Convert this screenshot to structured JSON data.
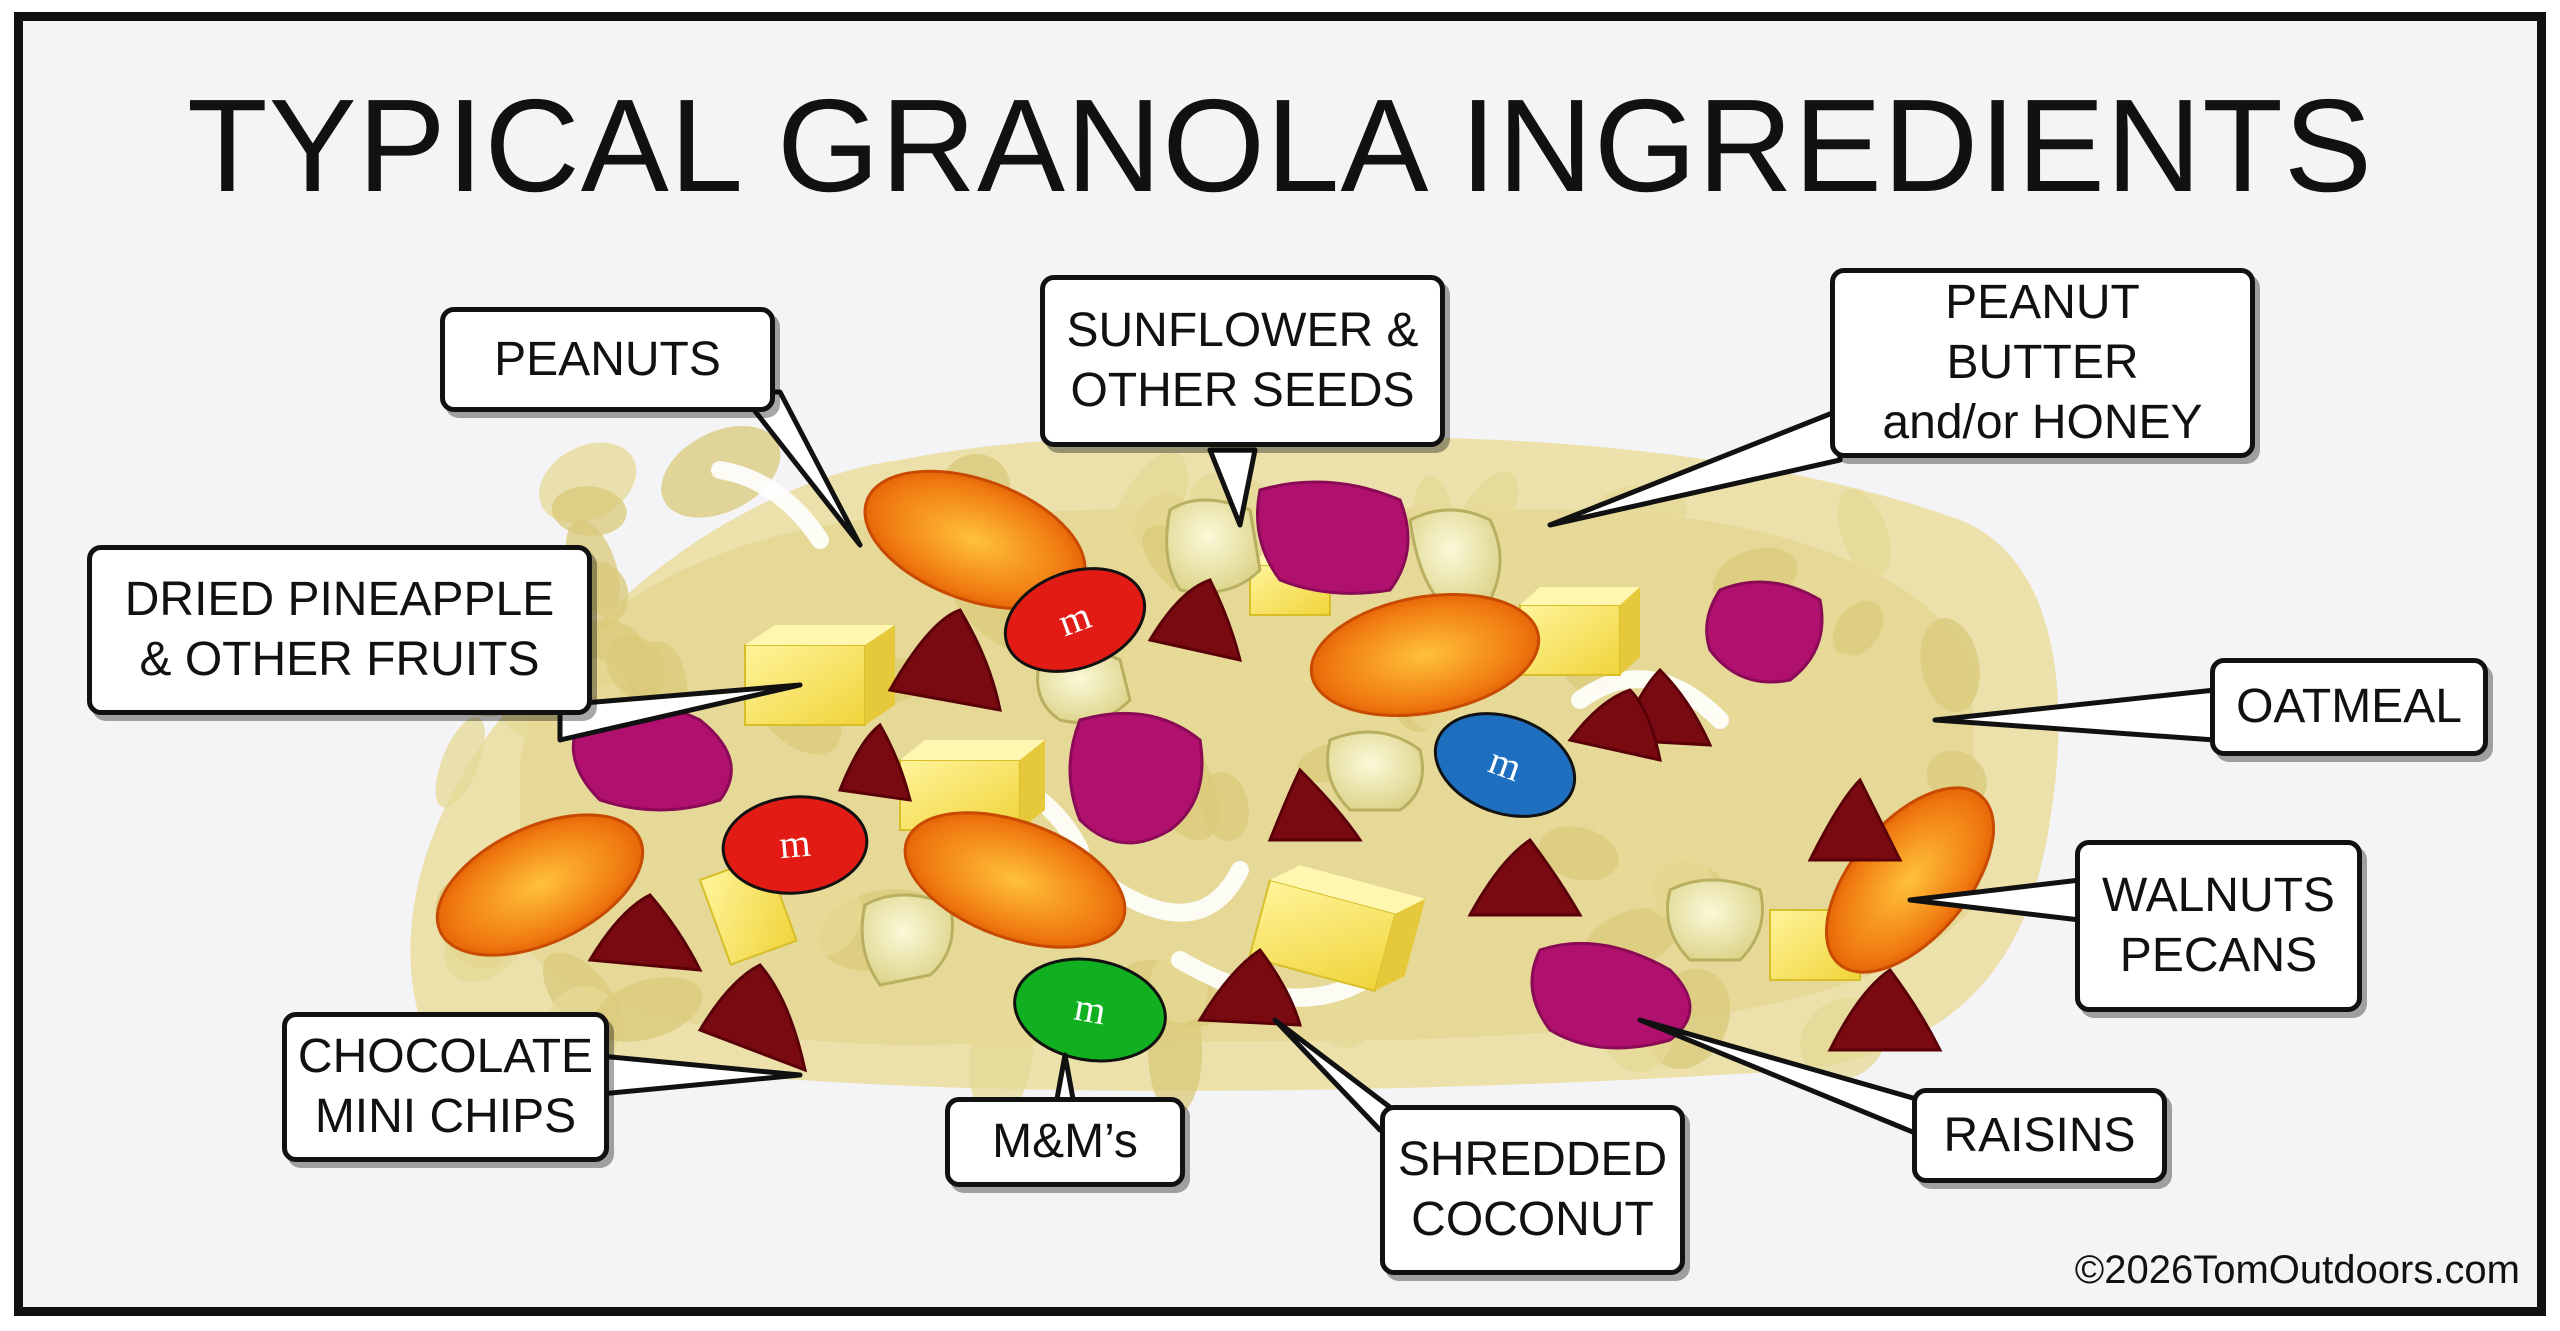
{
  "title": "TYPICAL GRANOLA INGREDIENTS",
  "labels": {
    "peanuts": "PEANUTS",
    "seeds": "SUNFLOWER &\nOTHER SEEDS",
    "peanut_butter": "PEANUT BUTTER\nand/or HONEY",
    "dried_fruits": "DRIED PINEAPPLE\n& OTHER FRUITS",
    "oatmeal": "OATMEAL",
    "walnuts": "WALNUTS\nPECANS",
    "chocolate": "CHOCOLATE\nMINI CHIPS",
    "mms": "M&M’s",
    "coconut": "SHREDDED\nCOCONUT",
    "raisins": "RAISINS"
  },
  "candy_letter": "m",
  "copyright": "©2026TomOutdoors.com",
  "colors": {
    "oat": "#e8d99a",
    "walnut": "#f07a10",
    "raisin": "#b0106e",
    "chocolate": "#7a0a12",
    "pineapple": "#f6e45a",
    "peanut": "#e9e4a6",
    "mm_red": "#e21b14",
    "mm_blue": "#1f6fc0",
    "mm_green": "#10b020"
  }
}
